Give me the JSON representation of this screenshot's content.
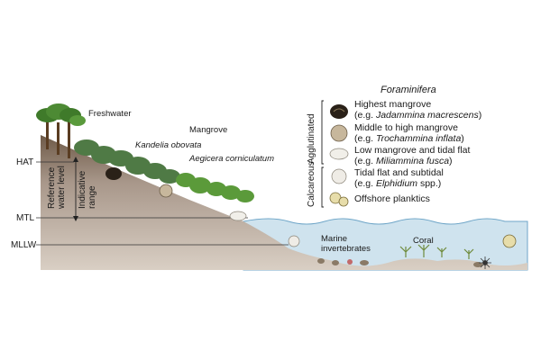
{
  "levels": {
    "hat": "HAT",
    "mtl": "MTL",
    "mllw": "MLLW"
  },
  "zones": {
    "freshwater": "Freshwater",
    "mangrove": "Mangrove",
    "species_1": "Kandelia obovata",
    "species_2": "Aegicera corniculatum",
    "marine_invertebrates_1": "Marine",
    "marine_invertebrates_2": "invertebrates",
    "coral": "Coral"
  },
  "axis_labels": {
    "reference_1": "Reference",
    "reference_2": "water level",
    "indicative_1": "Indicative",
    "indicative_2": "range"
  },
  "legend": {
    "title": "Foraminifera",
    "group_agglutinated": "Agglutinated",
    "group_calcareous": "Calcareous",
    "items": [
      {
        "line1": "Highest mangrove",
        "prefix": "(e.g. ",
        "species": "Jadammina macrescens",
        "suffix": ")"
      },
      {
        "line1": "Middle to high mangrove",
        "prefix": "(e.g. ",
        "species": "Trochammina inflata",
        "suffix": ")"
      },
      {
        "line1": "Low mangrove and tidal flat",
        "prefix": "(e.g. ",
        "species": "Miliammina fusca",
        "suffix": ")"
      },
      {
        "line1": "Tidal flat and subtidal",
        "prefix": "(e.g. ",
        "species": "Elphidium",
        "suffix": " spp.)"
      },
      {
        "line1": "Offshore planktics",
        "prefix": "",
        "species": "",
        "suffix": ""
      }
    ]
  },
  "colors": {
    "land_light": "#d9cfc4",
    "land_dark": "#6e5a48",
    "sea": "#cfe3ee",
    "tree_green": "#4d8a34",
    "foram_dark": "#2a2118",
    "foram_tan": "#c7b79c"
  }
}
